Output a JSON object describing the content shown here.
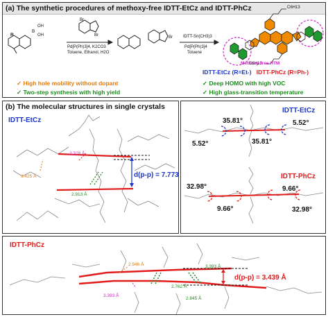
{
  "panel_a": {
    "header": "(a) The synthetic procedures of methoxy-free IDTT-EtCz and IDTT-PhCz",
    "r_label": "R",
    "boronic": {
      "b": "B",
      "oh1": "OH",
      "oh2": "OH"
    },
    "reagent_top": "Br",
    "reagent_br2": "Br",
    "step1": {
      "line1": "Pd[P(Ph)3]4, K2CO3",
      "line2": "Toluene, Ethanol, H2O"
    },
    "intermediate_br": "Br",
    "step2": {
      "line1": "IDTT-Sn(CH3)3",
      "line2": "Pd[P(Ph)3]4",
      "line3": "Toluene"
    },
    "alkyl_top": "C6H13",
    "alkyl_bottom": "C6H13",
    "htm_label": "Methoxy-free HTM",
    "name_et": "IDTT-EtCz",
    "name_et_r": " (R=Et-)",
    "name_ph": "IDTT-PhCz",
    "name_ph_r": " (R=Ph-)",
    "checks": {
      "c1": "High hole mobility without dopant",
      "c2": "Two-step synthesis with high yield",
      "c3": "Deep HOMO with high VOC",
      "c4": "High glass-transition temperature"
    },
    "check_mark": "✓"
  },
  "panel_b": {
    "header": "(b) The molecular structures in single crystals",
    "title": "IDTT-EtCz",
    "d_pink": "2.328 Å",
    "d_orange": "3.425 Å",
    "d_green": "2.913 Å",
    "d_pp_label": "d(p-p) = 7.773 Å"
  },
  "panel_b2": {
    "title1": "IDTT-EtCz",
    "a1": "35.81°",
    "a2": "5.52°",
    "a3": "5.52°",
    "a4": "35.81°",
    "title2": "IDTT-PhCz",
    "p1": "32.98°",
    "p2": "9.66°",
    "p3": "9.66°",
    "p4": "32.98°"
  },
  "panel_c": {
    "title": "IDTT-PhCz",
    "d_orange": "2.946 Å",
    "d_green1": "3.393 Å",
    "d_green2": "2.762 Å",
    "d_green3": "2.845 Å",
    "d_magenta": "3.393 Å",
    "d_pp_label": "d(p-p) = 3.439 Å"
  },
  "colors": {
    "blue": "#1a35c8",
    "red": "#e01b1b",
    "orange": "#e07b12",
    "green": "#1e8a1e",
    "magenta": "#d025c7",
    "htm_orange": "#f08a00",
    "htm_green": "#1f9a2f"
  }
}
